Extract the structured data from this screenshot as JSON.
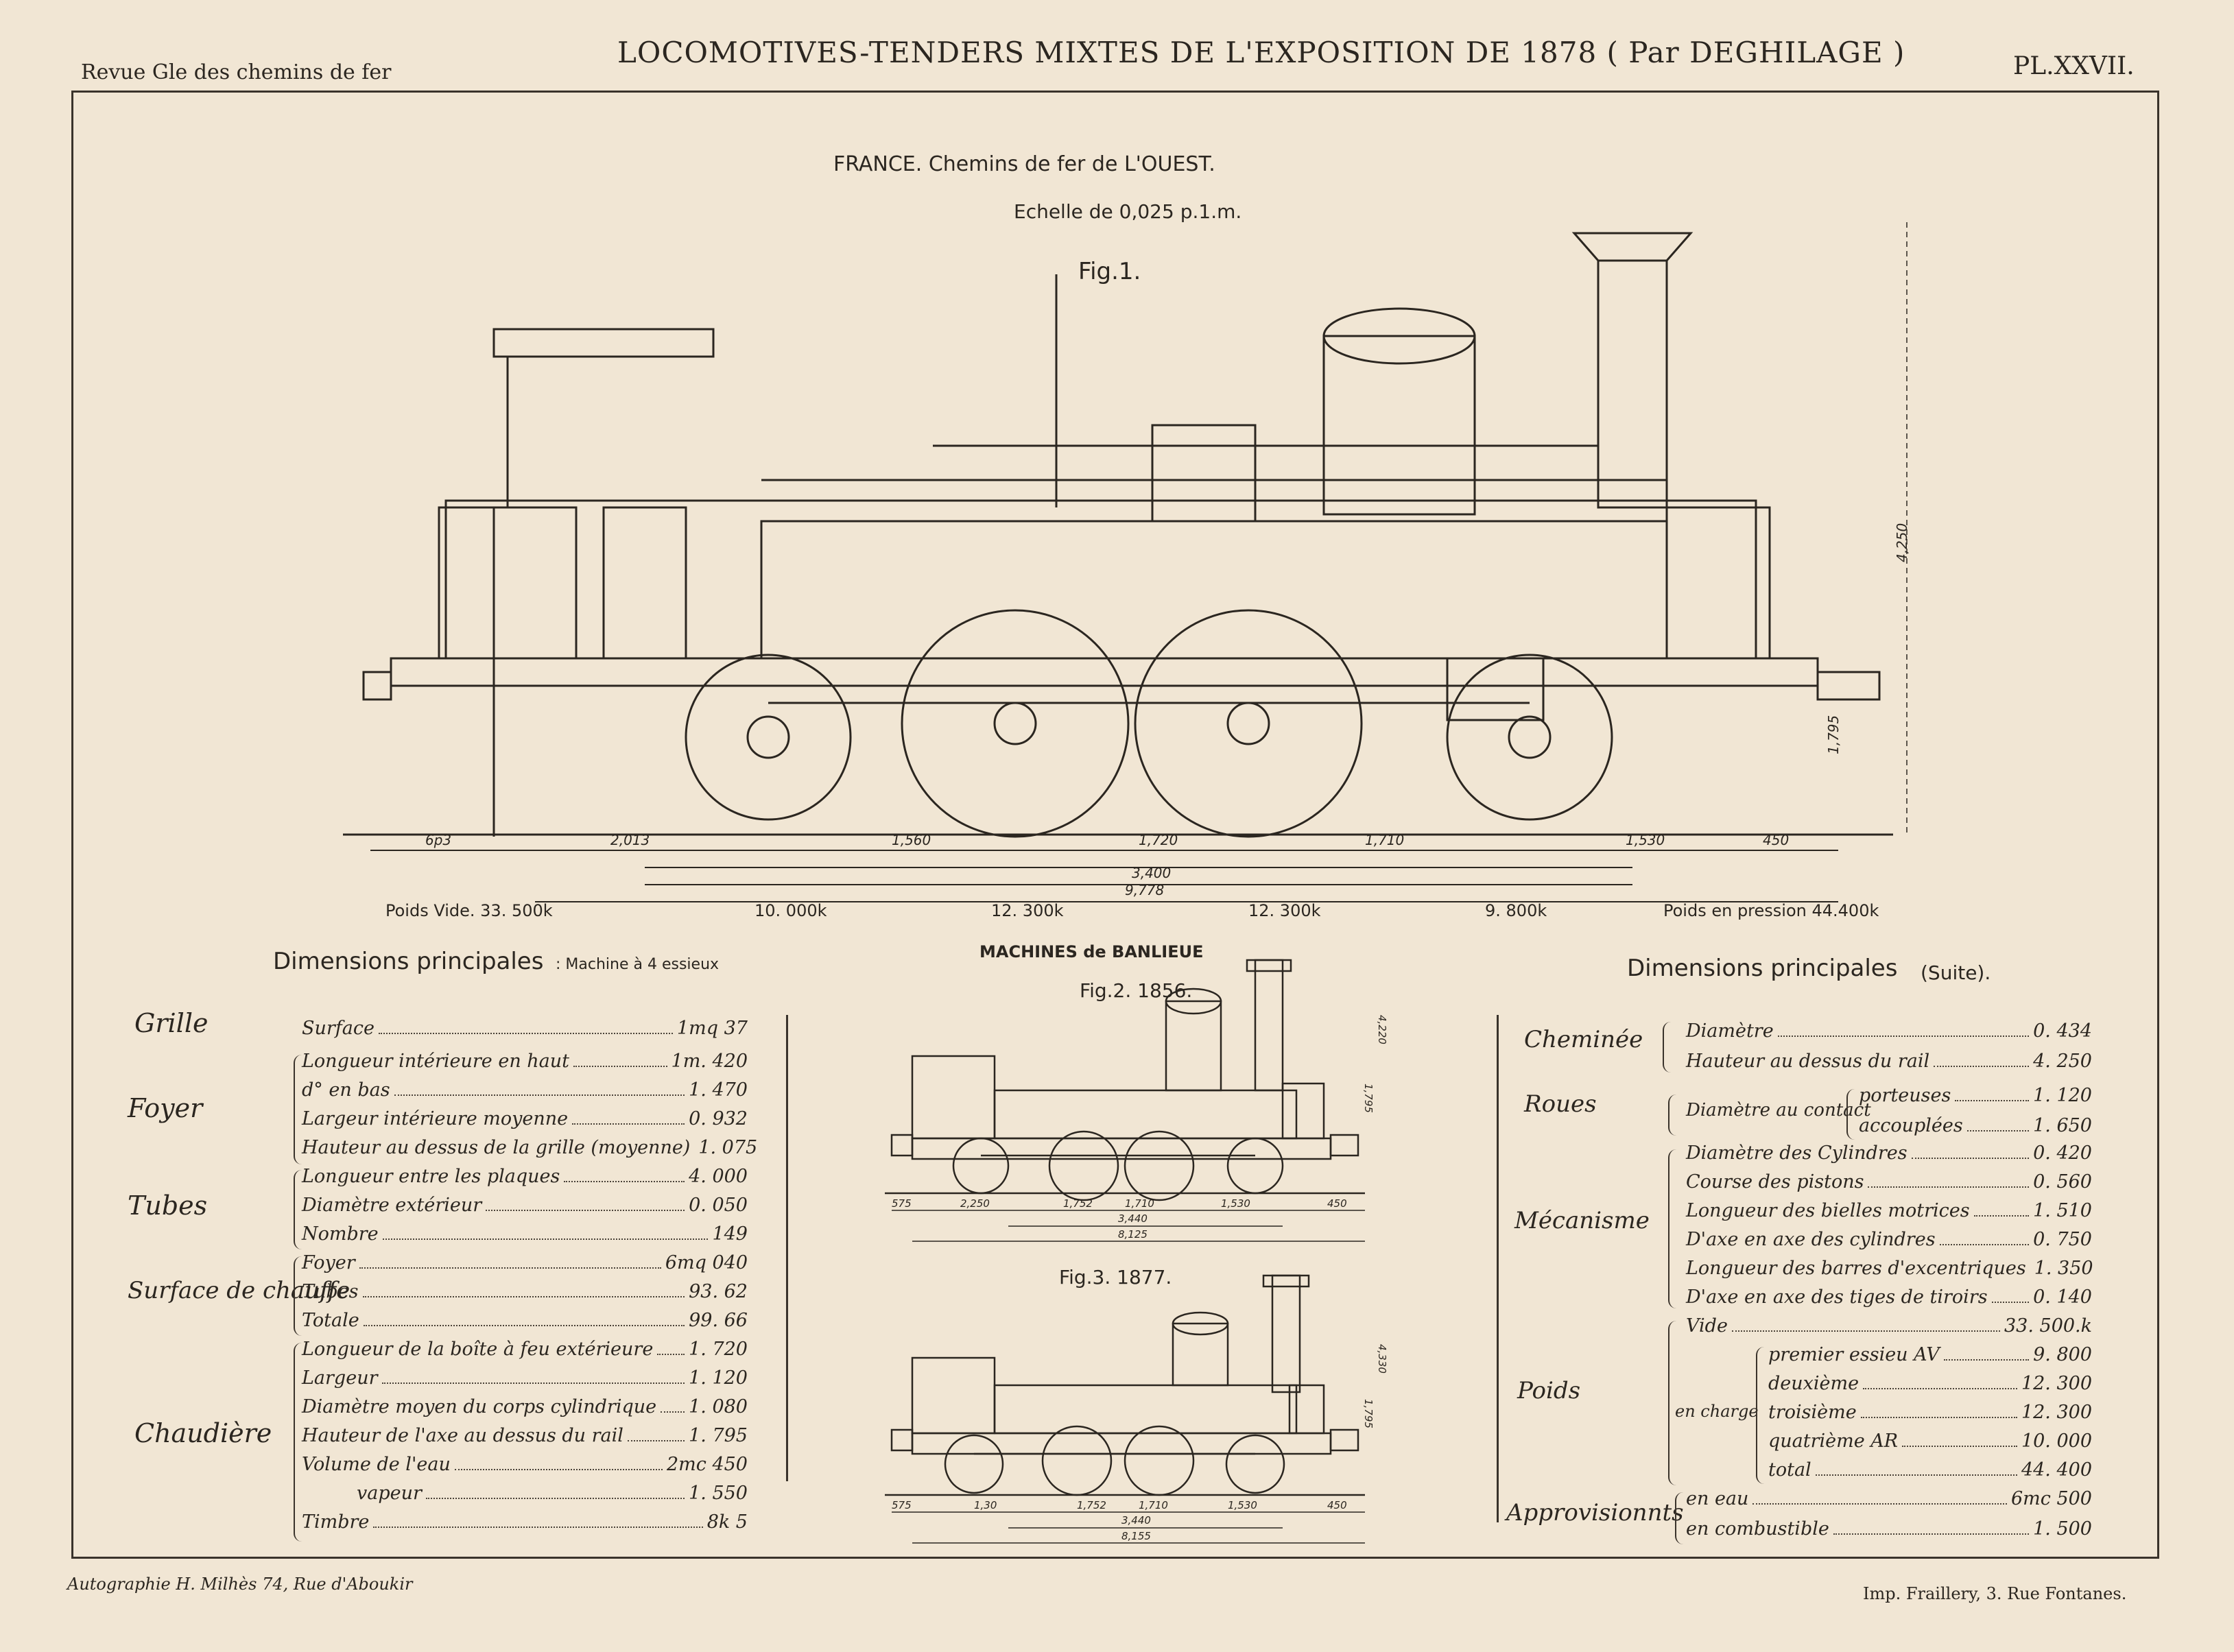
{
  "header": {
    "left": "Revue Gle des chemins de fer",
    "title": "LOCOMOTIVES-TENDERS MIXTES DE L'EXPOSITION DE 1878 ( Par DEGHILAGE )",
    "plate": "PL.XXVII."
  },
  "fig1": {
    "heading": "FRANCE.   Chemins de fer de  L'OUEST.",
    "scale": "Echelle de 0,025 p.1.m.",
    "label": "Fig.1.",
    "dims": [
      "6р3",
      "2,013",
      "1,560",
      "1,720",
      "3,400",
      "9,778",
      "1,710",
      "1,530",
      "450"
    ],
    "height_dims": [
      "4,250",
      "1,795"
    ],
    "weights": {
      "empty": "Poids Vide.  33. 500k",
      "axles": [
        "10. 000k",
        "12. 300k",
        "12. 300k",
        "9. 800k"
      ],
      "loaded": "Poids en pression  44.400k"
    }
  },
  "left_table": {
    "title": "Dimensions principales",
    "subtitle": ": Machine à 4 essieux",
    "groups": [
      {
        "name": "Grille",
        "rows": [
          {
            "label": "Surface",
            "value": "1mq 37"
          }
        ]
      },
      {
        "name": "Foyer",
        "rows": [
          {
            "label": "Longueur intérieure en haut",
            "value": "1m. 420"
          },
          {
            "label": "d°  en bas",
            "value": "1. 470"
          },
          {
            "label": "Largeur intérieure moyenne",
            "value": "0. 932"
          },
          {
            "label": "Hauteur au dessus de la grille (moyenne)",
            "value": "1. 075"
          }
        ]
      },
      {
        "name": "Tubes",
        "rows": [
          {
            "label": "Longueur entre les plaques",
            "value": "4. 000"
          },
          {
            "label": "Diamètre extérieur",
            "value": "0. 050"
          },
          {
            "label": "Nombre",
            "value": "149"
          }
        ]
      },
      {
        "name": "Surface de chauffe",
        "rows": [
          {
            "label": "Foyer",
            "value": "6mq 040"
          },
          {
            "label": "Tubes",
            "value": "93. 62"
          },
          {
            "label": "Totale",
            "value": "99. 66"
          }
        ]
      },
      {
        "name": "Chaudière",
        "rows": [
          {
            "label": "Longueur de la boîte à feu extérieure",
            "value": "1. 720"
          },
          {
            "label": "Largeur",
            "value": "1. 120"
          },
          {
            "label": "Diamètre moyen du corps cylindrique",
            "value": "1. 080"
          },
          {
            "label": "Hauteur de l'axe au dessus du rail",
            "value": "1. 795"
          },
          {
            "label": "Volume de l'eau",
            "value": "2mc 450"
          },
          {
            "label": "vapeur",
            "value": "1. 550"
          },
          {
            "label": "Timbre",
            "value": "8k 5"
          }
        ]
      }
    ]
  },
  "center": {
    "title": "MACHINES de BANLIEUE",
    "fig2": {
      "label": "Fig.2. 1856.",
      "dims": [
        "575",
        "2,250",
        "1,752",
        "1,710",
        "1,530",
        "450",
        "3,440",
        "8,125"
      ],
      "height_dims": [
        "4,220",
        "1,795"
      ]
    },
    "fig3": {
      "label": "Fig.3. 1877.",
      "dims": [
        "575",
        "1,30",
        "1,752",
        "1,710",
        "1,530",
        "450",
        "3,440",
        "8,155"
      ],
      "height_dims": [
        "4,330",
        "1,795"
      ]
    }
  },
  "right_table": {
    "title": "Dimensions principales",
    "subtitle": "(Suite).",
    "groups": [
      {
        "name": "Cheminée",
        "rows": [
          {
            "label": "Diamètre",
            "value": "0. 434"
          },
          {
            "label": "Hauteur au dessus du rail",
            "value": "4. 250"
          }
        ]
      },
      {
        "name": "Roues",
        "prefix": "Diamètre au contact",
        "rows": [
          {
            "label": "porteuses",
            "value": "1. 120"
          },
          {
            "label": "accouplées",
            "value": "1. 650"
          }
        ]
      },
      {
        "name": "Mécanisme",
        "rows": [
          {
            "label": "Diamètre des Cylindres",
            "value": "0. 420"
          },
          {
            "label": "Course des pistons",
            "value": "0. 560"
          },
          {
            "label": "Longueur des bielles motrices",
            "value": "1. 510"
          },
          {
            "label": "D'axe en axe des cylindres",
            "value": "0. 750"
          },
          {
            "label": "Longueur des barres d'excentriques",
            "value": "1. 350"
          },
          {
            "label": "D'axe en axe des tiges de tiroirs",
            "value": "0. 140"
          }
        ]
      },
      {
        "name": "Poids",
        "rows": [
          {
            "label": "Vide",
            "value": "33. 500.k"
          },
          {
            "label": "premier essieu AV",
            "value": "9. 800"
          },
          {
            "label": "deuxième",
            "value": "12. 300"
          },
          {
            "label": "troisième",
            "value": "12. 300"
          },
          {
            "label": "quatrième  AR",
            "value": "10. 000"
          },
          {
            "label": "total",
            "value": "44. 400"
          }
        ],
        "loaded_label": "en charge"
      },
      {
        "name": "Approvisionnts",
        "rows": [
          {
            "label": "en eau",
            "value": "6mc 500"
          },
          {
            "label": "en combustible",
            "value": "1. 500"
          }
        ]
      }
    ]
  },
  "footer": {
    "left": "Autographie H. Milhès 74, Rue d'Aboukir",
    "right": "Imp. Fraillery, 3. Rue Fontanes."
  }
}
